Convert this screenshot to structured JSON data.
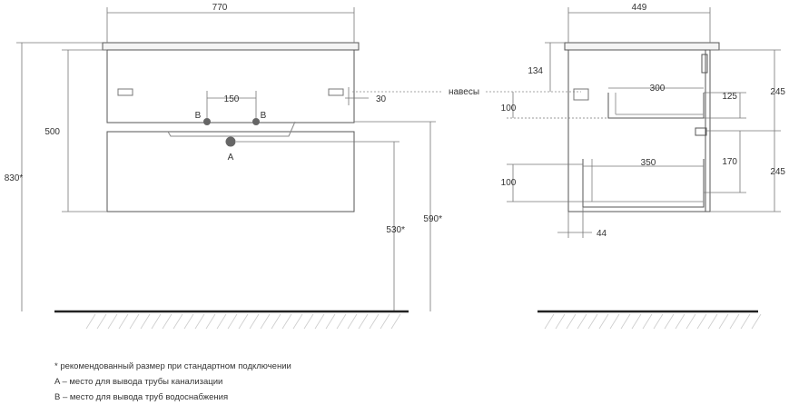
{
  "front": {
    "width_label": "770",
    "pipe_spacing_label": "150",
    "shelf_offset_label": "30",
    "body_height_label": "500",
    "total_height_label": "830*",
    "floor_to_outlet_label": "530*",
    "floor_to_body_label": "590*",
    "marker_a": "A",
    "marker_b": "B"
  },
  "side": {
    "depth_label": "449",
    "hinge_height_label": "134",
    "hinges_label": "навесы",
    "hinge_offset_label": "100",
    "lower_offset_label": "100",
    "upper_drawer_depth_label": "300",
    "upper_drawer_height_label": "125",
    "upper_section_label": "245",
    "lower_drawer_depth_label": "350",
    "lower_drawer_height_label": "170",
    "lower_section_label": "245",
    "bottom_offset_label": "44"
  },
  "notes": {
    "recommended": "* рекомендованный размер при стандартном подключении",
    "a": "A – место для вывода трубы канализации",
    "b": "B – место для вывода труб водоснабжения"
  },
  "colors": {
    "line": "#555555",
    "dim_line": "#777777",
    "pipe": "#666666",
    "floor": "#222222"
  }
}
